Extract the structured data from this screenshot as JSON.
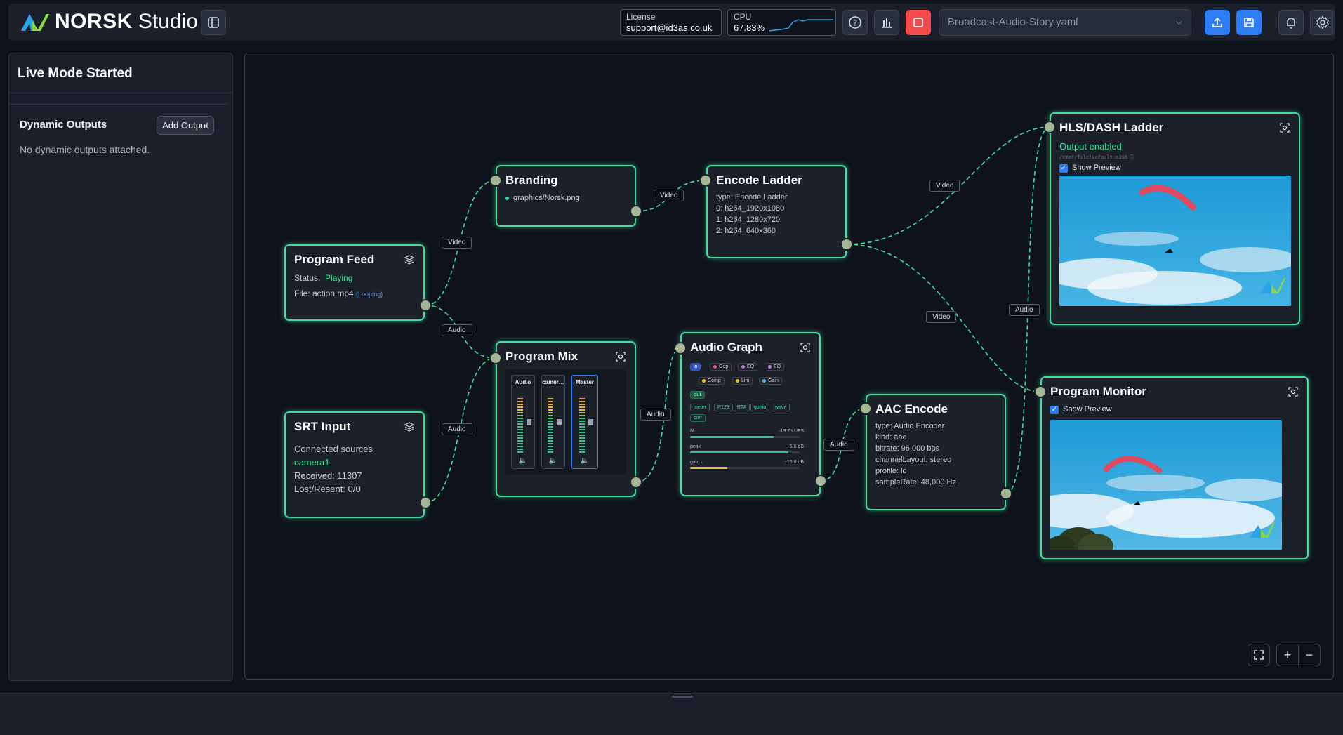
{
  "app": {
    "logo_name": "NORSK",
    "logo_sub": "Studio"
  },
  "header": {
    "license_label": "License",
    "license_value": "support@id3as.co.uk",
    "cpu_label": "CPU",
    "cpu_value": "67.83%",
    "file_select": "Broadcast-Audio-Story.yaml",
    "colors": {
      "stop": "#f54a4a",
      "primary": "#2d7df6",
      "accent": "#3ee0a0"
    }
  },
  "sidebar": {
    "title": "Live Mode Started",
    "dynamic_outputs_label": "Dynamic Outputs",
    "add_output_label": "Add Output",
    "empty_text": "No dynamic outputs attached."
  },
  "edge_labels": {
    "feed_branding": "Video",
    "branding_ladder": "Video",
    "feed_mix": "Audio",
    "srt_mix": "Audio",
    "mix_graph": "Audio",
    "graph_aac": "Audio",
    "ladder_hls": "Video",
    "ladder_monitor": "Video",
    "aac_hls": "Audio"
  },
  "nodes": {
    "program_feed": {
      "title": "Program Feed",
      "status_label": "Status:",
      "status_value": "Playing",
      "file_label": "File: action.mp4",
      "looping": "(Looping)"
    },
    "srt_input": {
      "title": "SRT Input",
      "connected_label": "Connected sources",
      "source": "camera1",
      "received": "Received: 11307",
      "lost": "Lost/Resent: 0/0"
    },
    "branding": {
      "title": "Branding",
      "file": "graphics/Norsk.png"
    },
    "program_mix": {
      "title": "Program Mix",
      "strips": [
        "Audio",
        "camer…",
        "Master"
      ]
    },
    "encode_ladder": {
      "title": "Encode Ladder",
      "lines": [
        "type: Encode Ladder",
        "0: h264_1920x1080",
        "1: h264_1280x720",
        "2: h264_640x360"
      ]
    },
    "audio_graph": {
      "title": "Audio Graph",
      "in": "in",
      "out": "out",
      "chips_row1": [
        "Gop",
        "EQ",
        "EQ"
      ],
      "chips_row2": [
        "Comp",
        "Lim",
        "Gain"
      ],
      "tags_row1": [
        "meter",
        "R128",
        "RTA",
        "gonio",
        "wave"
      ],
      "tags_row2": [
        "corr"
      ],
      "meters": [
        {
          "label": "M",
          "value": "-13.7 LUFS",
          "level": 0.76,
          "color": "#35c08e"
        },
        {
          "label": "peak",
          "value": "-5.6 dB",
          "level": 0.9,
          "color": "#35c08e"
        },
        {
          "label": "gain ↓",
          "value": "-15.8 dB",
          "level": 0.34,
          "color": "#e8c13a"
        }
      ]
    },
    "aac_encode": {
      "title": "AAC Encode",
      "lines": [
        "type: Audio Encoder",
        "kind: aac",
        "bitrate: 96,000 bps",
        "channelLayout: stereo",
        "profile: lc",
        "sampleRate: 48,000 Hz"
      ]
    },
    "hls_ladder": {
      "title": "HLS/DASH Ladder",
      "status": "Output enabled",
      "path": "/cmaf/file/default.m3u8 ⎘",
      "show_preview": "Show Preview"
    },
    "program_monitor": {
      "title": "Program Monitor",
      "show_preview": "Show Preview"
    }
  },
  "icons": {
    "sidebar_toggle": "sidebar-icon",
    "help": "help-icon",
    "stats": "bar-chart-icon",
    "stop": "stop-icon",
    "upload": "upload-icon",
    "save": "save-icon",
    "bell": "bell-icon",
    "settings": "gear-icon",
    "fit": "fit-view-icon",
    "zoom_in": "plus-icon",
    "zoom_out": "minus-icon"
  }
}
